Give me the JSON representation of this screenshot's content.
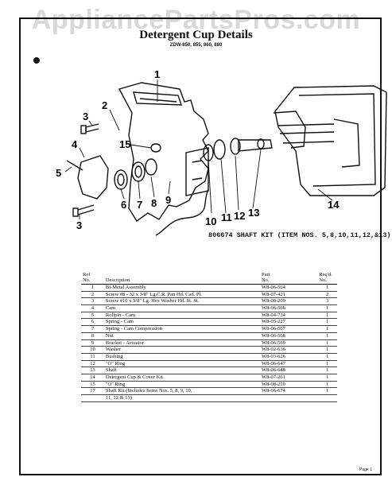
{
  "watermark": "AppliancePartsPros.com",
  "header": {
    "title": "Detergent Cup Details",
    "models": "ZDW-850, 855, 860, 880"
  },
  "callouts": [
    "1",
    "2",
    "3",
    "4",
    "5",
    "6",
    "7",
    "8",
    "9",
    "10",
    "11",
    "12",
    "13",
    "14",
    "15",
    "3"
  ],
  "kit_caption": "806674 SHAFT KIT (ITEM NOS. 5,8,10,11,12,&13)",
  "table": {
    "headers": {
      "ref1": "Ref",
      "ref2": "No.",
      "description": "Description",
      "part1": "Part",
      "part2": "No.",
      "req1": "Req'd.",
      "req2": "No."
    },
    "rows": [
      {
        "ref": "1",
        "desc": "Bi-Metal Assembly",
        "part": "W8-06-564",
        "req": "1"
      },
      {
        "ref": "2",
        "desc": "Screw #8 - 32 x 3/8\" Lg.C.R. Pan Hd. Cad. Pl.",
        "part": "W8-07-421",
        "req": "2"
      },
      {
        "ref": "3",
        "desc": "Screw #10 x 5/8\" Lg. Hex Washer Hd. St. St.",
        "part": "W8-08-209",
        "req": "3"
      },
      {
        "ref": "4",
        "desc": "Cam",
        "part": "W8-06-566",
        "req": "1"
      },
      {
        "ref": "5",
        "desc": "Rollpin - Cam",
        "part": "W8-04-734",
        "req": "1"
      },
      {
        "ref": "6",
        "desc": "Spring - Cam",
        "part": "W8-05-227",
        "req": "1"
      },
      {
        "ref": "7",
        "desc": "Spring - Cam Compression",
        "part": "W8-06-567",
        "req": "1"
      },
      {
        "ref": "8",
        "desc": "Nut",
        "part": "W8-06-568",
        "req": "1"
      },
      {
        "ref": "9",
        "desc": "Bracket - Actuator",
        "part": "W8-06-569",
        "req": "1"
      },
      {
        "ref": "10",
        "desc": "Washer",
        "part": "W8-02-636",
        "req": "1"
      },
      {
        "ref": "11",
        "desc": "Bushing",
        "part": "W8-03-626",
        "req": "1"
      },
      {
        "ref": "12",
        "desc": "\"O\" Ring",
        "part": "W8-06-647",
        "req": "1"
      },
      {
        "ref": "13",
        "desc": "Shaft",
        "part": "W8-06-648",
        "req": "1"
      },
      {
        "ref": "14",
        "desc": "Detergent Cup & Cover Kit",
        "part": "W8-07-261",
        "req": "1"
      },
      {
        "ref": "15",
        "desc": "\"O\" Ring",
        "part": "W8-08-210",
        "req": "1"
      },
      {
        "ref": "17",
        "desc": "Shaft Kit (Includes Items Nos. 5, 8, 9, 10,",
        "part": "W8-06-674",
        "req": "1"
      },
      {
        "ref": "",
        "desc": "11, 12 & 13)",
        "part": "",
        "req": ""
      }
    ]
  },
  "footer": "Page 1"
}
